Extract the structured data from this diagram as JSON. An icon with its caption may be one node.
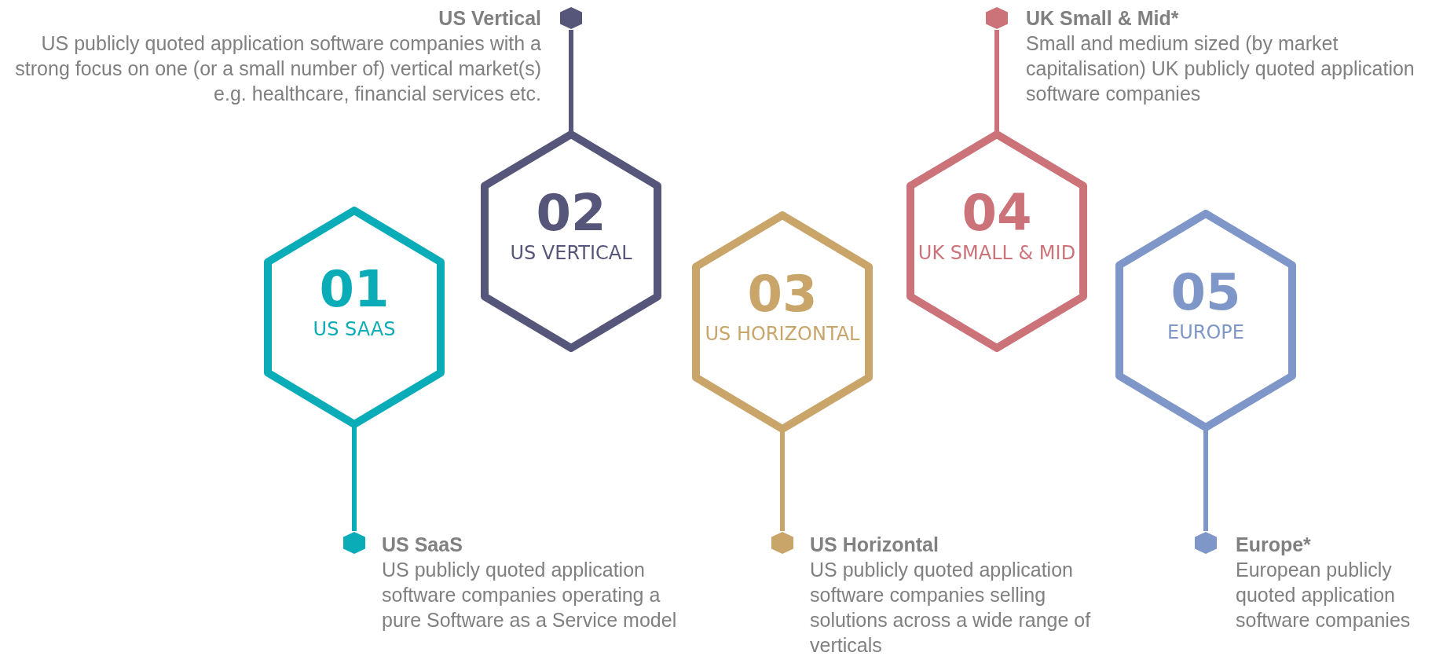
{
  "diagram": {
    "nodes": [
      {
        "text": [
          "01",
          "US SAAS"
        ]
      },
      {
        "text": [
          "02",
          "US VERTICAL"
        ]
      },
      {
        "text": [
          "03",
          "US HORIZONTAL"
        ]
      },
      {
        "text": [
          "04",
          "UK SMALL & MID"
        ]
      },
      {
        "text": [
          "05",
          "EUROPE"
        ]
      },
      {
        "text": [],
        "shape": "hexagon",
        "beside": [
          "US SaaS",
          "US publicly quoted application software companies operating a pure Software as a Service model"
        ]
      },
      {
        "text": [],
        "shape": "hexagon",
        "beside": [
          "US Vertical",
          "US publicly quoted application software companies with a strong focus on one (or a small number of) vertical market(s) e.g. healthcare, financial services etc."
        ]
      },
      {
        "text": [],
        "shape": "hexagon",
        "beside": [
          "US Horizontal",
          "US publicly quoted application software companies selling solutions across a wide range of verticals"
        ]
      },
      {
        "text": [],
        "shape": "hexagon",
        "beside": [
          "UK Small & Mid*",
          "Small and medium sized (by market capitalisation) UK publicly quoted application software companies"
        ]
      },
      {
        "text": [],
        "shape": "hexagon",
        "beside": [
          "Europe*",
          "European publicly quoted application software companies"
        ]
      }
    ],
    "edges": [
      {
        "from": 0,
        "to": 5,
        "arrow": "none",
        "color": "#0aadb7"
      },
      {
        "from": 1,
        "to": 6,
        "arrow": "none",
        "color": "#555679"
      },
      {
        "from": 2,
        "to": 7,
        "arrow": "none",
        "color": "#c9a56a"
      },
      {
        "from": 3,
        "to": 8,
        "arrow": "none",
        "color": "#cc7379"
      },
      {
        "from": 4,
        "to": 9,
        "arrow": "none",
        "color": "#7f96c8"
      }
    ]
  }
}
